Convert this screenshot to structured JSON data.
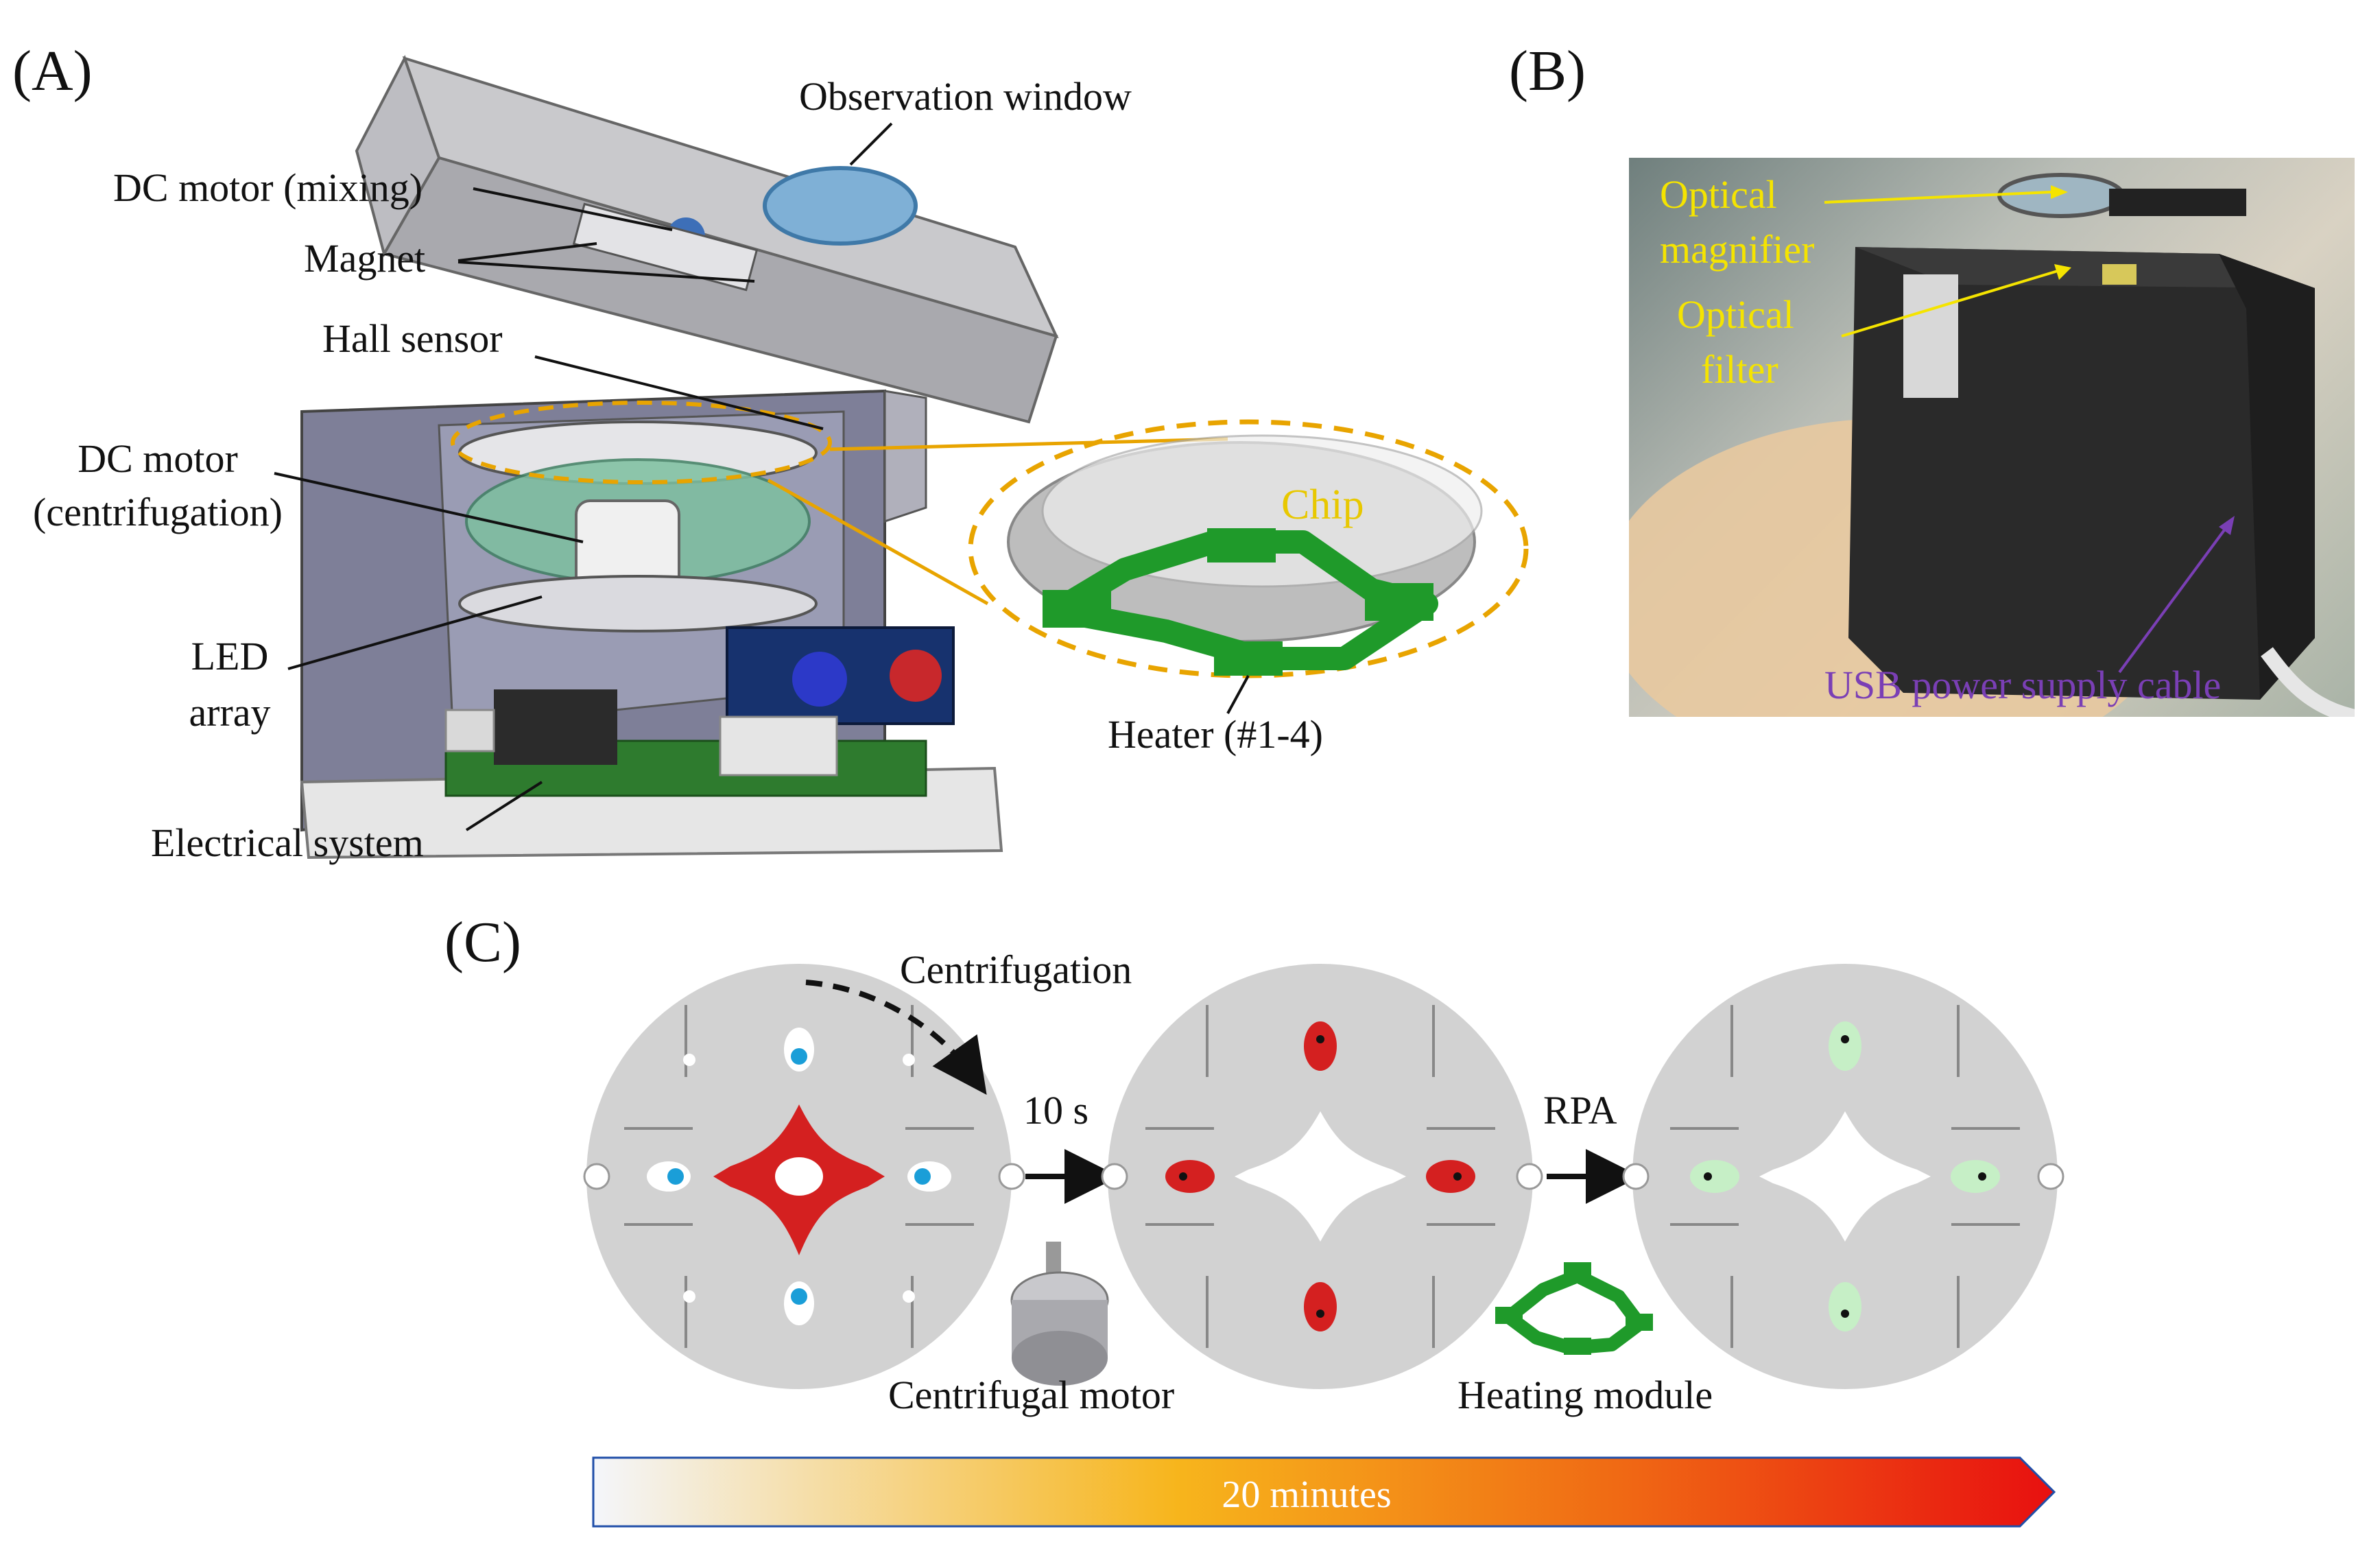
{
  "panels": {
    "a": "(A)",
    "b": "(B)",
    "c": "(C)"
  },
  "panel_a": {
    "observation_window": "Observation window",
    "dc_motor_mixing": "DC motor (mixing)",
    "magnet": "Magnet",
    "hall_sensor": "Hall sensor",
    "dc_motor_centrifugation_1": "DC motor",
    "dc_motor_centrifugation_2": "(centrifugation)",
    "led_array_1": "LED",
    "led_array_2": "array",
    "electrical_system": "Electrical system",
    "chip": "Chip",
    "heater": "Heater (#1-4)"
  },
  "panel_b": {
    "optical_magnifier_1": "Optical",
    "optical_magnifier_2": "magnifier",
    "optical_filter_1": "Optical",
    "optical_filter_2": "filter",
    "usb_cable": "USB power supply cable"
  },
  "panel_c": {
    "centrifugation": "Centrifugation",
    "time_10s": "10 s",
    "rpa": "RPA",
    "centrifugal_motor": "Centrifugal motor",
    "heating_module": "Heating module",
    "duration": "20 minutes"
  },
  "colors": {
    "label_yellow": "#f5e400",
    "label_purple": "#7a3fb5",
    "leader_orange": "#e8a400",
    "chip_gray": "#d2d2d2",
    "sample_red": "#d42020",
    "reagent_blue": "#1a9ed8",
    "product_green": "#c6efc6",
    "heater_green": "#1f9a2a"
  }
}
